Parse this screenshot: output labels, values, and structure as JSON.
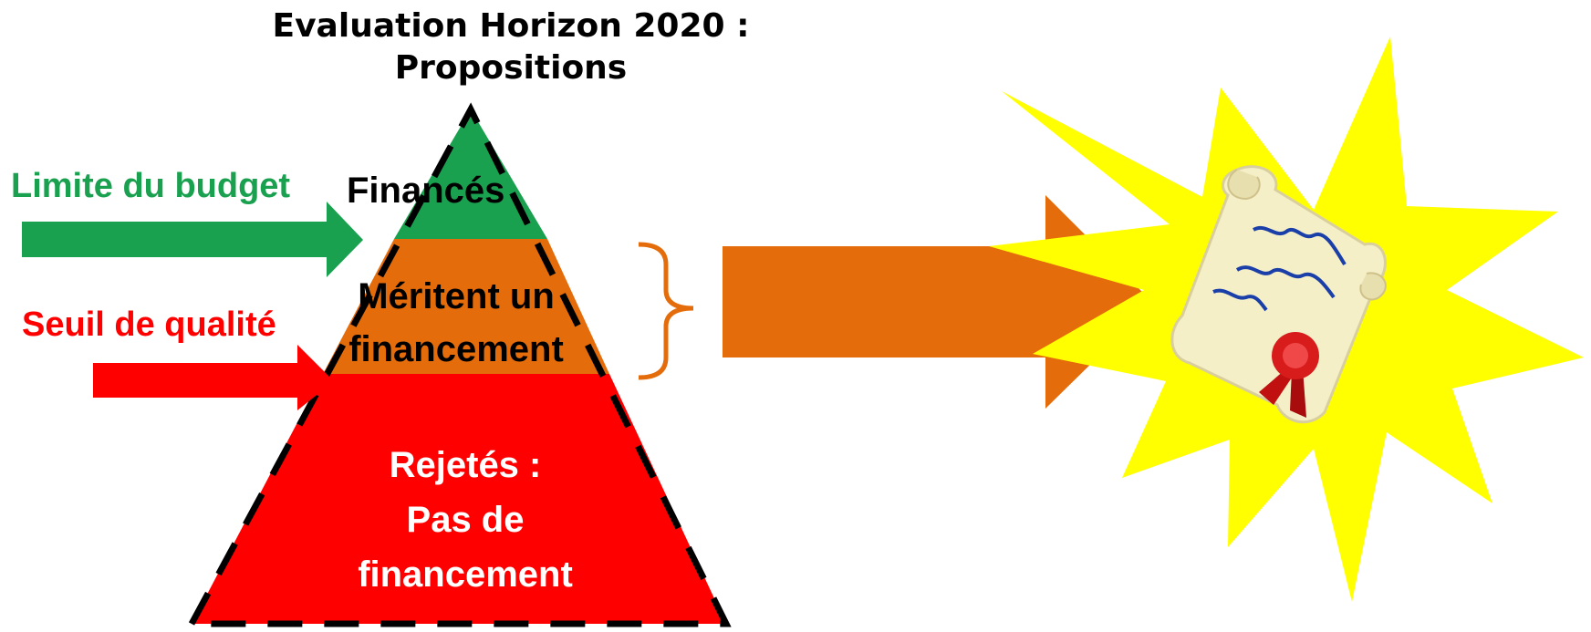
{
  "title": {
    "line1": "Evaluation Horizon 2020 :",
    "line2": "Propositions"
  },
  "labels": {
    "budget_limit": "Limite du budget",
    "quality_threshold": "Seuil de qualité"
  },
  "pyramid": {
    "top": "Financés",
    "middle": {
      "line1": "Méritent un",
      "line2": "financement"
    },
    "bottom": {
      "line1": "Rejetés :",
      "line2": "Pas de",
      "line3": "financement"
    }
  },
  "icons": [
    "green-arrow",
    "red-arrow",
    "orange-brace",
    "orange-arrow",
    "starburst",
    "certificate-scroll",
    "wax-seal"
  ],
  "colors": {
    "green": "#1aa150",
    "orange": "#e46c0a",
    "red": "#ff0000",
    "yellow": "#ffff00",
    "scroll": "#f5efc8",
    "seal": "#d81b1b"
  }
}
